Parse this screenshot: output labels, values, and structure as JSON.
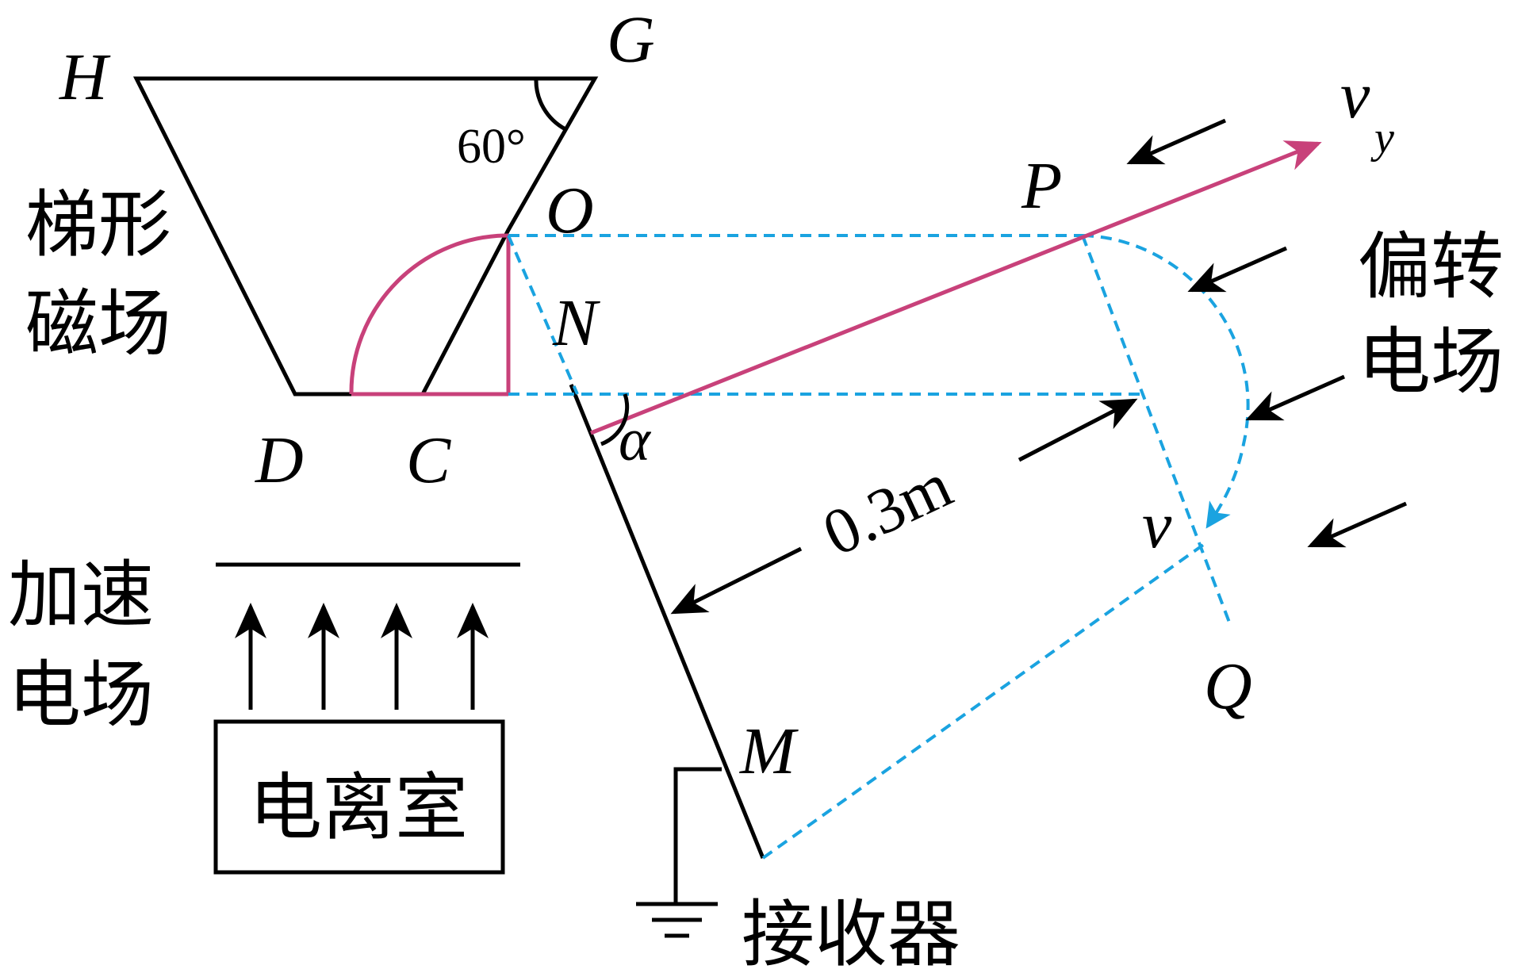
{
  "points": {
    "H": "H",
    "G": "G",
    "O": "O",
    "N": "N",
    "D": "D",
    "C": "C",
    "P": "P",
    "Q": "Q",
    "M": "M"
  },
  "angles": {
    "g_angle": "60°",
    "alpha": "α"
  },
  "velocities": {
    "vy_main": "v",
    "vy_sub": "y",
    "v": "v"
  },
  "dimension": "0.3m",
  "regions": {
    "trapezoid_field_line1": "梯形",
    "trapezoid_field_line2": "磁场",
    "deflection_field_line1": "偏转",
    "deflection_field_line2": "电场",
    "accel_field_line1": "加速",
    "accel_field_line2": "电场",
    "ionization_chamber": "电离室",
    "receiver": "接收器"
  },
  "colors": {
    "trajectory": "#c8417a",
    "construction": "#1aa3e0",
    "outline": "#000000"
  }
}
